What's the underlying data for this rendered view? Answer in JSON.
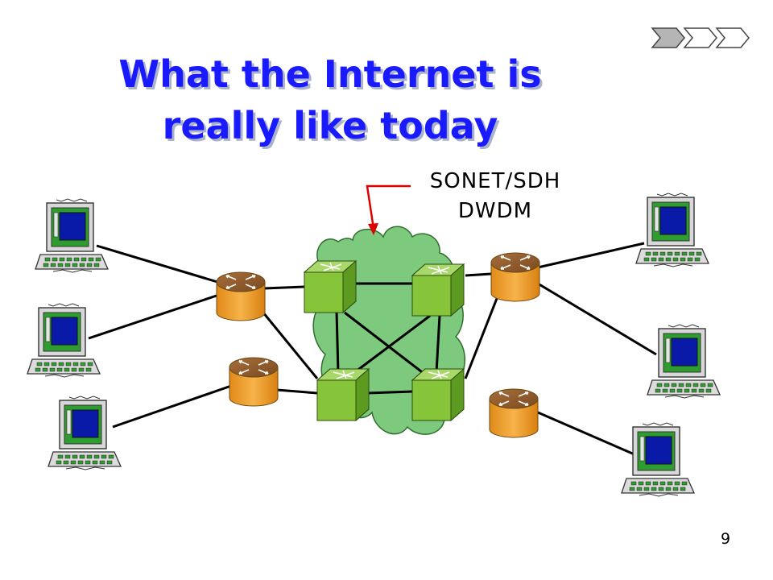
{
  "slide": {
    "title_line1": "What the Internet is",
    "title_line2": "really like today",
    "annotation_line1": "SONET/SDH",
    "annotation_line2": "DWDM",
    "page_number": "9"
  },
  "colors": {
    "title": "#1a1aff",
    "cloud": "#7dc97d",
    "router": "#f0a030",
    "switch": "#8ccf3c",
    "arrow": "#dd0000",
    "screen": "#0a1aa8",
    "monitor_frame": "#2f9c2f"
  },
  "icons": {
    "router": "router-icon",
    "optical_switch": "optical-switch-icon",
    "computer": "computer-icon",
    "cloud": "network-cloud",
    "navigation": "chevron-arrows"
  }
}
